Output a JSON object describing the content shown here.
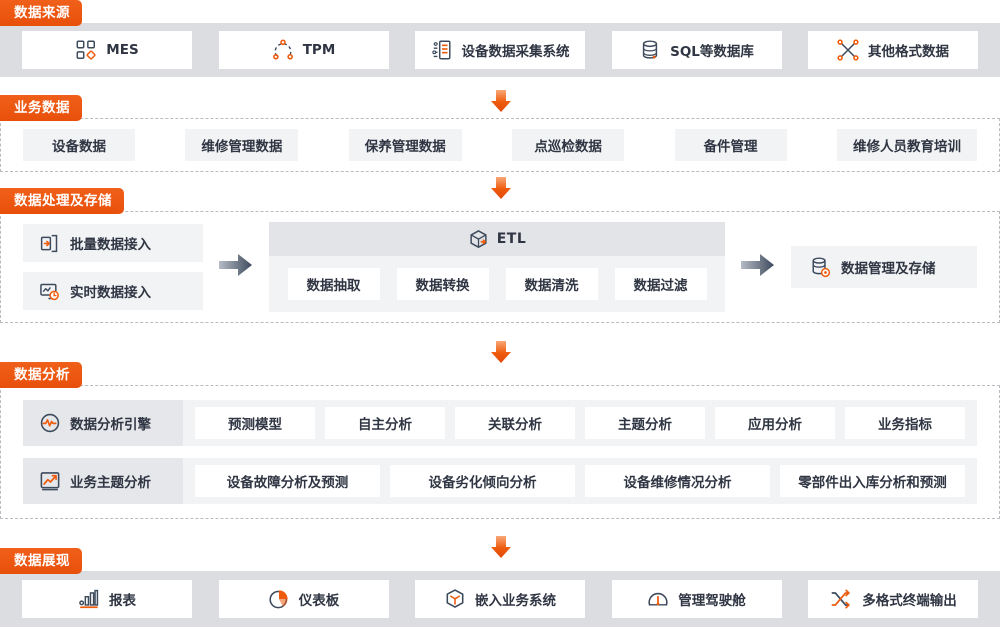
{
  "sections": [
    {
      "tag": "数据来源",
      "style": "solid",
      "items": [
        {
          "label": "MES",
          "icon": "grid-squares-icon"
        },
        {
          "label": "TPM",
          "icon": "cycle-nodes-icon"
        },
        {
          "label": "设备数据采集系统",
          "icon": "device-collect-icon"
        },
        {
          "label": "SQL等数据库",
          "icon": "database-icon"
        },
        {
          "label": "其他格式数据",
          "icon": "network-nodes-icon"
        }
      ]
    },
    {
      "tag": "业务数据",
      "style": "dashed",
      "items": [
        {
          "label": "设备数据"
        },
        {
          "label": "维修管理数据"
        },
        {
          "label": "保养管理数据"
        },
        {
          "label": "点巡检数据"
        },
        {
          "label": "备件管理"
        },
        {
          "label": "维修人员教育培训"
        }
      ]
    },
    {
      "tag": "数据处理及存储",
      "style": "dashed",
      "ingest": [
        {
          "label": "批量数据接入",
          "icon": "import-door-icon"
        },
        {
          "label": "实时数据接入",
          "icon": "realtime-monitor-icon"
        }
      ],
      "etl": {
        "title": "ETL",
        "icon": "cube-etl-icon",
        "steps": [
          "数据抽取",
          "数据转换",
          "数据清洗",
          "数据过滤"
        ]
      },
      "storage": {
        "label": "数据管理及存储",
        "icon": "database-gear-icon"
      }
    },
    {
      "tag": "数据分析",
      "style": "dashed",
      "rows": [
        {
          "label": "数据分析引擎",
          "icon": "pulse-circle-icon",
          "items": [
            "预测模型",
            "自主分析",
            "关联分析",
            "主题分析",
            "应用分析",
            "业务指标"
          ]
        },
        {
          "label": "业务主题分析",
          "icon": "trend-chart-icon",
          "items": [
            "设备故障分析及预测",
            "设备劣化倾向分析",
            "设备维修情况分析",
            "零部件出入库分析和预测"
          ]
        }
      ]
    },
    {
      "tag": "数据展现",
      "style": "solid",
      "items": [
        {
          "label": "报表",
          "icon": "bar-chart-icon"
        },
        {
          "label": "仪表板",
          "icon": "pie-chart-icon"
        },
        {
          "label": "嵌入业务系统",
          "icon": "cube-embed-icon"
        },
        {
          "label": "管理驾驶舱",
          "icon": "gauge-icon"
        },
        {
          "label": "多格式终端输出",
          "icon": "shuffle-icon"
        }
      ]
    }
  ],
  "flow_arrows": [
    {
      "name": "arrow-source-to-biz"
    },
    {
      "name": "arrow-biz-to-process"
    },
    {
      "name": "arrow-process-to-analysis"
    },
    {
      "name": "arrow-analysis-to-present"
    }
  ],
  "colors": {
    "accent": "#ef5b0c",
    "tag_bg": "#e8500a",
    "panel_solid": "#dcdde1",
    "chip_grey": "#f2f3f5",
    "chip_grey_dark": "#e6e7ea",
    "text": "#2f3542",
    "dashed_border": "#b9bbc0",
    "icon_navy": "#3d4a5c"
  }
}
